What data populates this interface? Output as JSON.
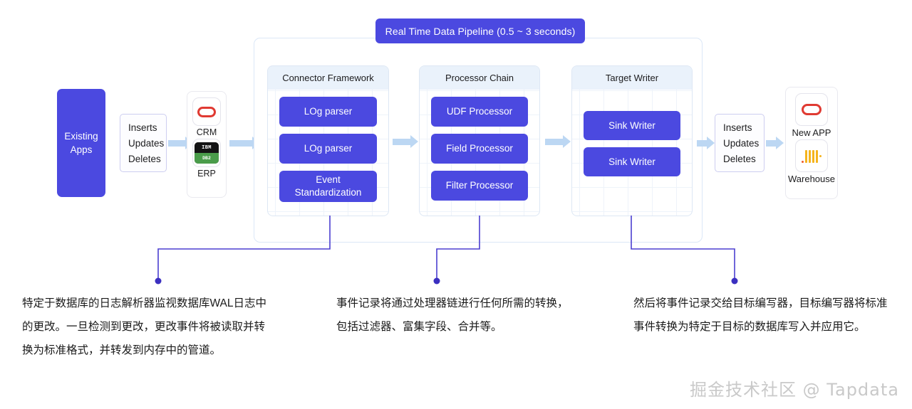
{
  "diagram": {
    "pipeline_title": "Real Time Data Pipeline (0.5 ~ 3 seconds)",
    "existing_apps": {
      "line1": "Existing",
      "line2": "Apps"
    },
    "operations_left": {
      "line1": "Inserts",
      "line2": "Updates",
      "line3": "Deletes"
    },
    "operations_right": {
      "line1": "Inserts",
      "line2": "Updates",
      "line3": "Deletes"
    },
    "sources": [
      {
        "label": "CRM",
        "icon": "oracle-oval-icon"
      },
      {
        "label": "ERP",
        "icon": "ibm-db2-icon",
        "icon_text_top": "IBM",
        "icon_text_bottom": "DB2"
      }
    ],
    "targets": [
      {
        "label": "New APP",
        "icon": "oracle-oval-icon"
      },
      {
        "label": "Warehouse",
        "icon": "warehouse-bars-icon"
      }
    ],
    "stages": [
      {
        "title": "Connector Framework",
        "chips": [
          "LOg parser",
          "LOg parser",
          "Event Standardization"
        ]
      },
      {
        "title": "Processor Chain",
        "chips": [
          "UDF Processor",
          "Field Processor",
          "Filter Processor"
        ]
      },
      {
        "title": "Target Writer",
        "chips": [
          "Sink Writer",
          "Sink Writer"
        ]
      }
    ],
    "captions": [
      "特定于数据库的日志解析器监视数据库WAL日志中的更改。一旦检测到更改，更改事件将被读取并转换为标准格式，并转发到内存中的管道。",
      "事件记录将通过处理器链进行任何所需的转换，包括过滤器、富集字段、合并等。",
      "然后将事件记录交给目标编写器，目标编写器将标准事件转换为特定于目标的数据库写入并应用它。"
    ],
    "watermark": "掘金技术社区 @ Tapdata",
    "colors": {
      "accent_purple": "#4b49e0",
      "arrow_blue": "#bcd7f3",
      "stage_header": "#eaf2fb",
      "grid_line": "#eef3fa",
      "callout_line": "#4b3fd0",
      "oracle_red": "#e03a32",
      "db2_green": "#4a9c4a",
      "warehouse_yellow": "#f5b41d",
      "watermark_gray": "#c9c9c9"
    }
  }
}
